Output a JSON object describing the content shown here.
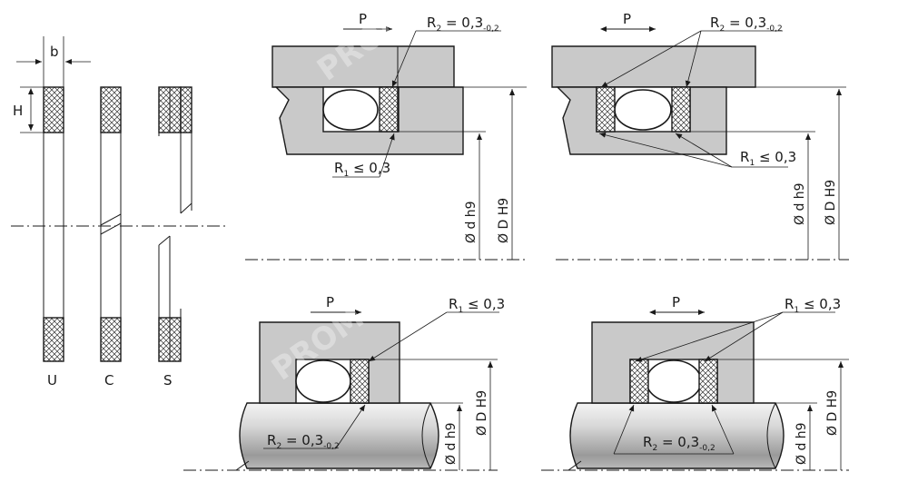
{
  "profiles": {
    "width_label": "b",
    "height_label": "H",
    "types": [
      {
        "label": "U"
      },
      {
        "label": "C"
      },
      {
        "label": "S"
      }
    ]
  },
  "labels": {
    "pressure": "P",
    "r1": "R",
    "r1_sub": "1",
    "r1_value": "≤ 0,3",
    "r2": "R",
    "r2_sub": "2",
    "r2_value": "= 0,3",
    "r2_tol": "-0,2",
    "dia_small": "Ø d h9",
    "dia_large": "Ø D H9"
  },
  "watermark": "PROM"
}
